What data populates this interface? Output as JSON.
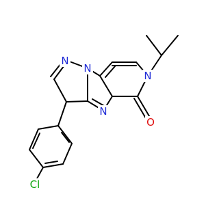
{
  "atoms": {
    "n_pyrazole_top": {
      "symbol": "N",
      "color": "#1f2bd6"
    },
    "n_bridge": {
      "symbol": "N",
      "color": "#1f2bd6"
    },
    "n_pyrimidine": {
      "symbol": "N",
      "color": "#1f2bd6"
    },
    "n_pyridinone": {
      "symbol": "N",
      "color": "#1f2bd6"
    },
    "o_carbonyl": {
      "symbol": "O",
      "color": "#e01010"
    },
    "chlorine": {
      "symbol": "Cl",
      "color": "#11a611"
    }
  },
  "structure": {
    "substituents": [
      "isopropyl",
      "4-chlorophenyl",
      "carbonyl oxygen"
    ],
    "ring_system": "pyrazolo-pyrimidine-pyridinone"
  }
}
